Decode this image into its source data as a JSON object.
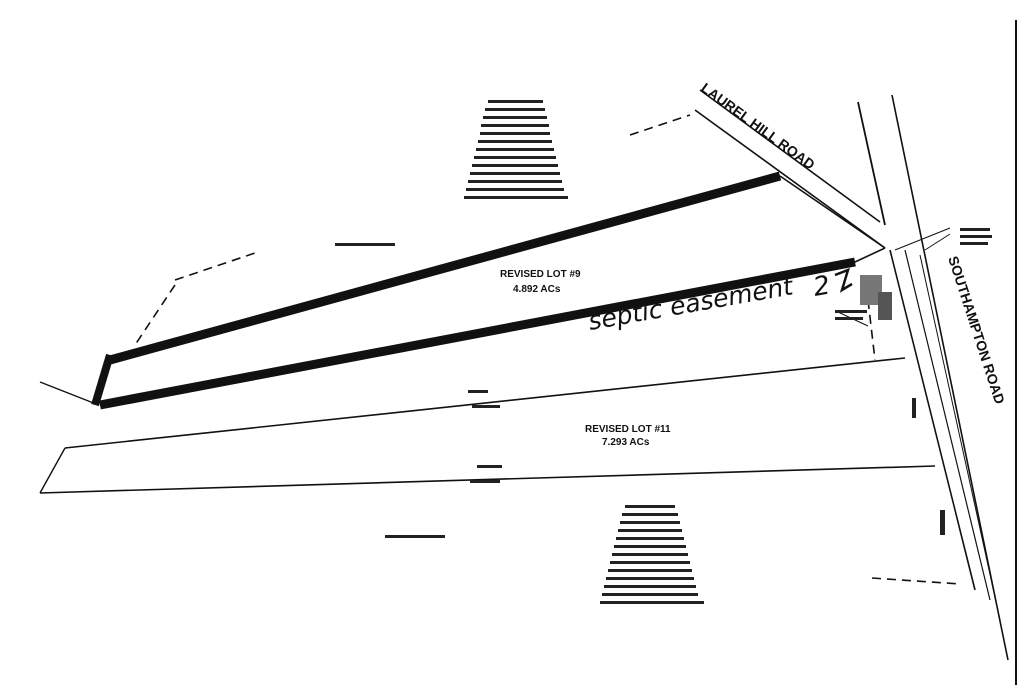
{
  "roads": {
    "laurel_hill": "LAUREL HILL ROAD",
    "southampton": "SOUTHAMPTON ROAD"
  },
  "lots": {
    "lot9": {
      "name": "REVISED LOT #9",
      "area": "4.892 ACs"
    },
    "lot11": {
      "name": "REVISED LOT #11",
      "area": "7.293 ACs"
    }
  },
  "annotations": {
    "handwritten": "septic easement",
    "handwritten_mark": "2"
  }
}
